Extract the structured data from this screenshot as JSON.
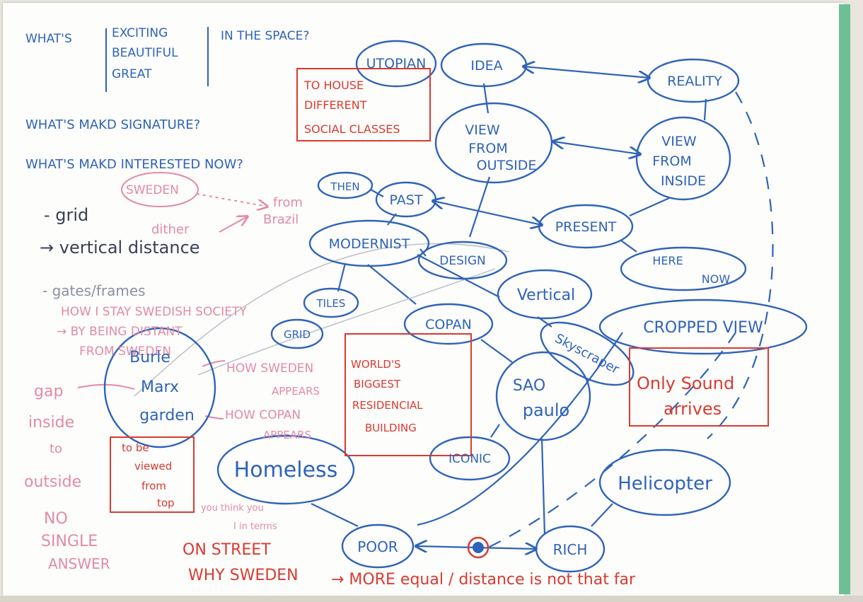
{
  "notes_left": {
    "q1_prefix": "WHAT'S",
    "q1_words": [
      "EXCITING",
      "BEAUTIFUL",
      "GREAT"
    ],
    "q1_suffix": "IN THE SPACE?",
    "q2": "WHAT'S MAKD SIGNATURE?",
    "q3": "WHAT'S MAKD INTERESTED NOW?",
    "list": [
      "- grid",
      "→ vertical distance",
      "- gates/frames"
    ],
    "sweden_note": [
      "HOW I STAY SWEDISH SOCIETY",
      "→ BY BEING DISTANT",
      "FROM SWEDEN"
    ],
    "gap": [
      "gap",
      "inside",
      "to",
      "outside"
    ],
    "no_single": [
      "NO",
      "SINGLE",
      "ANSWER"
    ]
  },
  "pink_notes": {
    "sweden_circle": "SWEDEN",
    "from_brazil": [
      "from",
      "Brazil"
    ],
    "dither": "dither",
    "how_sweden": [
      "HOW SWEDEN",
      "APPEARS"
    ],
    "how_copan": [
      "HOW COPAN",
      "APPEARS"
    ],
    "you_think": [
      "you think you",
      "I in terms"
    ]
  },
  "nodes": {
    "utopian": "UTOPIAN",
    "idea": "IDEA",
    "reality": "REALITY",
    "view_outside": [
      "VIEW",
      "FROM",
      "OUTSIDE"
    ],
    "view_inside": [
      "VIEW",
      "FROM",
      "INSIDE"
    ],
    "then": "THEN",
    "past": "PAST",
    "present": "PRESENT",
    "here_now": [
      "HERE",
      "NOW"
    ],
    "modernist": "MODERNIST",
    "design": "DESIGN",
    "vertical": "Vertical",
    "tiles": "TILES",
    "grid": "GRID",
    "copan": "COPAN",
    "cropped_view": "CROPPED VIEW",
    "skyscraper": "Skyscraper",
    "burle_marx": [
      "Burle",
      "Marx",
      "garden"
    ],
    "sao_paulo": [
      "SAO",
      "paulo"
    ],
    "homeless": "Homeless",
    "iconic": "ICONIC",
    "helicopter": "Helicopter",
    "poor": "POOR",
    "rich": "RICH"
  },
  "boxes": {
    "house_classes": [
      "TO HOUSE",
      "DIFFERENT",
      "SOCIAL CLASSES"
    ],
    "biggest": [
      "WORLD'S",
      "BIGGEST",
      "RESIDENCIAL",
      "BUILDING"
    ],
    "only_sound": [
      "Only Sound",
      "arrives"
    ],
    "to_be_viewed": [
      "to be",
      "viewed",
      "from",
      "top"
    ]
  },
  "bottom_notes": {
    "on_street": "ON STREET",
    "why_sweden": "WHY SWEDEN",
    "arrow_note": "→ MORE equal / distance is not that far"
  },
  "colors": {
    "blue_ink": "#2f63b8",
    "red_ink": "#d93a32",
    "pink_ink": "#e28aa8",
    "paper": "#fdfdfb",
    "spine": "#6fbf94"
  }
}
